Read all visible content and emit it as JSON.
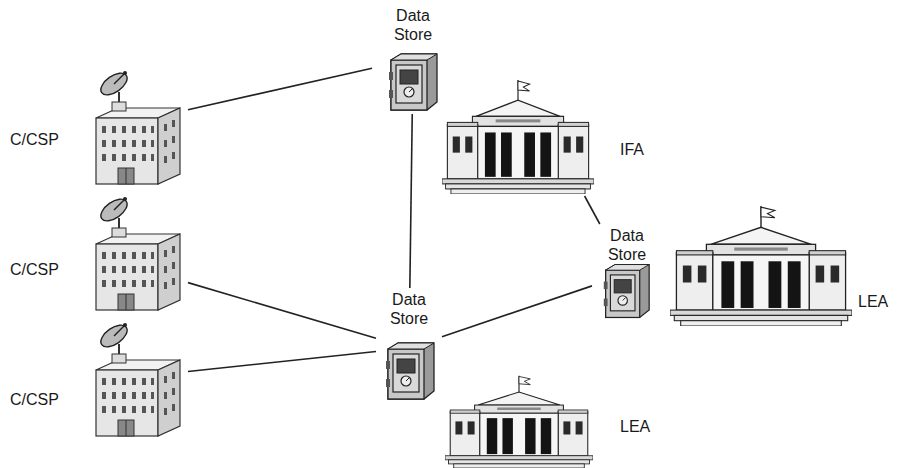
{
  "diagram": {
    "nodes": [
      {
        "text": [
          "C/CSP"
        ]
      },
      {
        "text": [
          "Data Store"
        ]
      },
      {
        "text": [
          "IFA"
        ]
      },
      {
        "text": [
          "C/CSP"
        ]
      },
      {
        "text": [
          "Data Store"
        ]
      },
      {
        "text": [
          "LEA"
        ]
      },
      {
        "text": [
          "C/CSP"
        ]
      },
      {
        "text": [
          "Data Store"
        ]
      },
      {
        "text": [
          "LEA"
        ]
      }
    ],
    "edges": [
      {
        "from": 0,
        "to": 1,
        "arrow": "none"
      },
      {
        "from": 1,
        "to": 7,
        "arrow": "none"
      },
      {
        "from": 2,
        "to": 4,
        "arrow": "none"
      },
      {
        "from": 3,
        "to": 7,
        "arrow": "none"
      },
      {
        "from": 6,
        "to": 7,
        "arrow": "none"
      },
      {
        "from": 7,
        "to": 4,
        "arrow": "none"
      }
    ]
  }
}
